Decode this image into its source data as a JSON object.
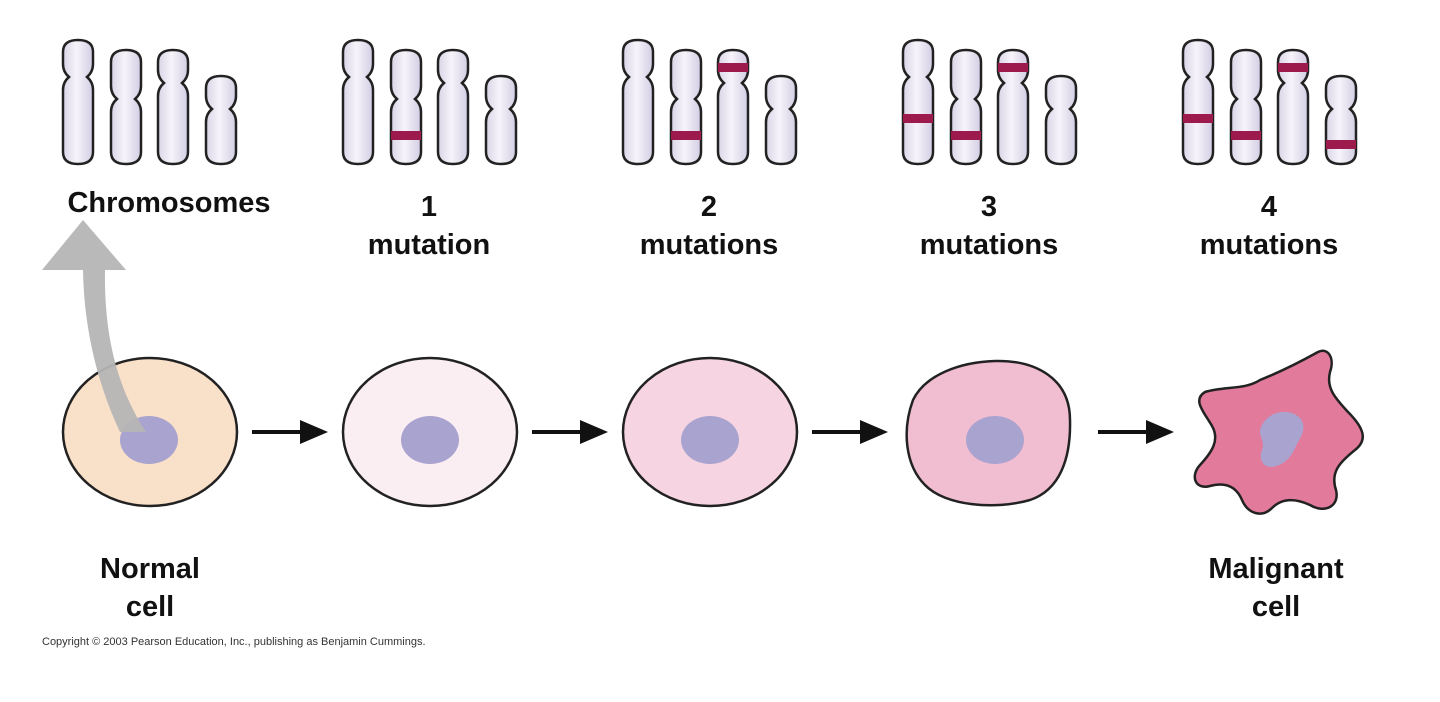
{
  "stages": [
    {
      "top": "Chromosomes",
      "bottom": ""
    },
    {
      "top": "1",
      "bottom": "mutation"
    },
    {
      "top": "2",
      "bottom": "mutations"
    },
    {
      "top": "3",
      "bottom": "mutations"
    },
    {
      "top": "4",
      "bottom": "mutations"
    }
  ],
  "cells": {
    "normal": {
      "line1": "Normal",
      "line2": "cell"
    },
    "malignant": {
      "line1": "Malignant",
      "line2": "cell"
    }
  },
  "copyright": "Copyright © 2003 Pearson Education, Inc., publishing as Benjamin Cummings.",
  "colors": {
    "chromosome_fill": "#ece8f3",
    "mutation_band": "#9c1a4c",
    "nucleus": "#a9a3cf",
    "cell_normal": "#f9e0c9",
    "cell_1": "#fbeef3",
    "cell_2": "#f7d4e1",
    "cell_3": "#f1bdd0",
    "cell_malignant": "#e27a9c",
    "arrow_gray": "#b5b5b5"
  }
}
